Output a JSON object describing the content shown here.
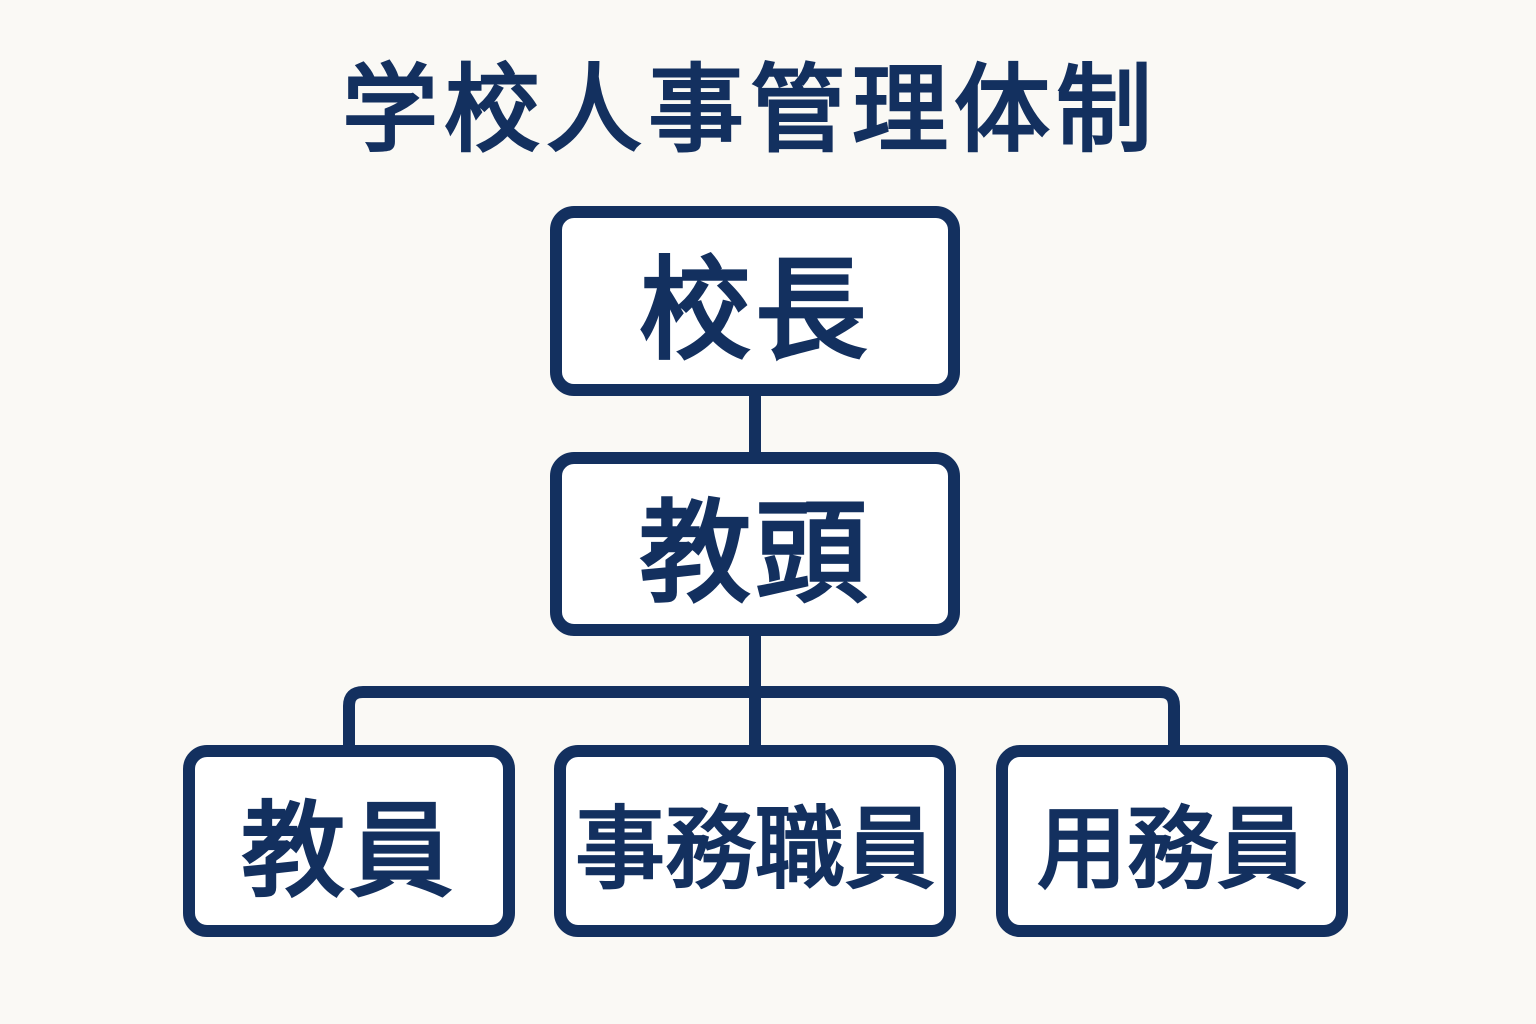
{
  "title": "学校人事管理体制",
  "colors": {
    "line": "#13305f",
    "text": "#13305f",
    "background": "#faf9f5"
  },
  "nodes": {
    "principal": "校長",
    "vice_principal": "教頭",
    "teachers": "教員",
    "office_staff": "事務職員",
    "custodial_staff": "用務員"
  },
  "edges": [
    {
      "from": "principal",
      "to": "vice_principal"
    },
    {
      "from": "vice_principal",
      "to": "teachers"
    },
    {
      "from": "vice_principal",
      "to": "office_staff"
    },
    {
      "from": "vice_principal",
      "to": "custodial_staff"
    }
  ]
}
